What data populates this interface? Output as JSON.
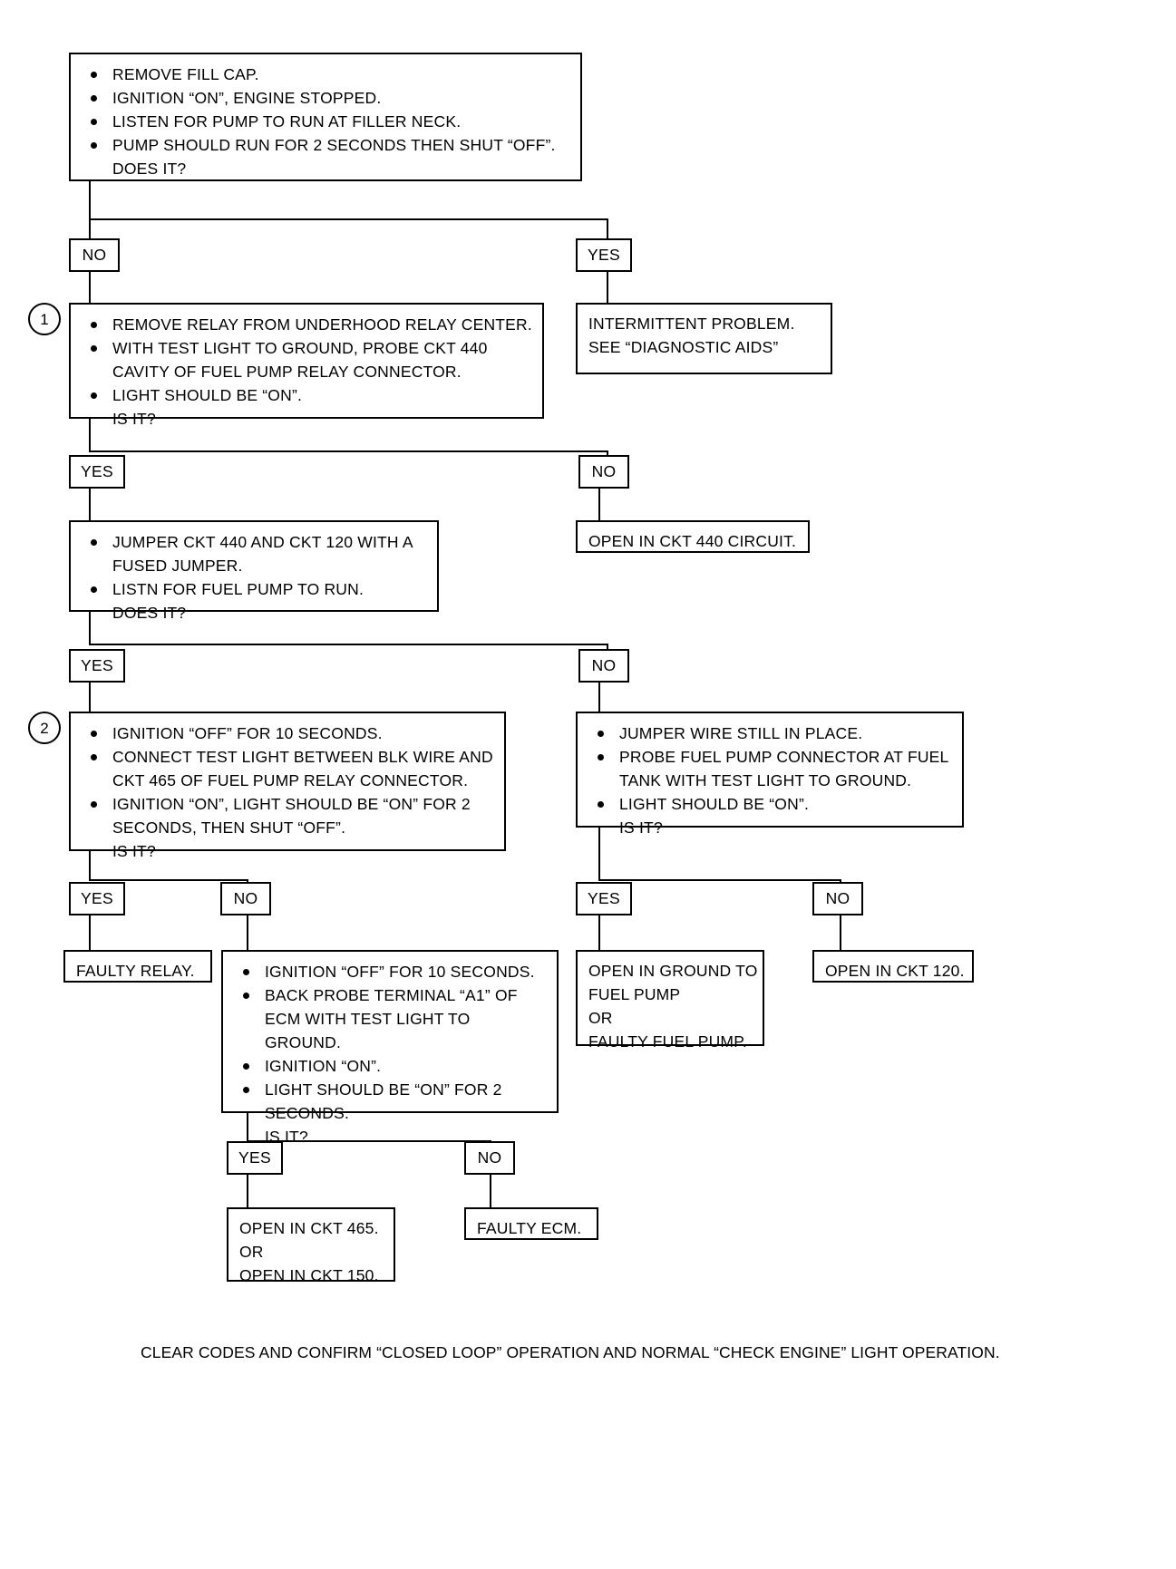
{
  "diagram": {
    "title": "Fuel Pump Circuit Diagnostic Chart",
    "step_markers": {
      "one": "1",
      "two": "2"
    },
    "labels": {
      "yes": "YES",
      "no": "NO"
    },
    "footer": "CLEAR CODES AND CONFIRM “CLOSED LOOP” OPERATION AND NORMAL “CHECK ENGINE” LIGHT OPERATION."
  },
  "nodes": {
    "start": {
      "bullets": [
        "REMOVE FILL CAP.",
        "IGNITION “ON”, ENGINE STOPPED.",
        "LISTEN FOR PUMP TO RUN AT FILLER NECK.",
        "PUMP SHOULD RUN FOR 2 SECONDS THEN SHUT “OFF”."
      ],
      "continuation": "DOES IT?"
    },
    "step1": {
      "bullets": [
        "REMOVE RELAY FROM UNDERHOOD RELAY CENTER.",
        "WITH TEST LIGHT TO GROUND, PROBE CKT 440",
        "LIGHT SHOULD BE “ON”."
      ],
      "cont_after_2": "CAVITY OF FUEL PUMP RELAY CONNECTOR.",
      "continuation": "IS IT?"
    },
    "intermittent": {
      "line1": "INTERMITTENT PROBLEM.",
      "line2": "SEE “DIAGNOSTIC AIDS”"
    },
    "open440": {
      "line1": "OPEN IN CKT 440 CIRCUIT."
    },
    "jumper": {
      "bullets": [
        "JUMPER CKT 440 AND CKT 120 WITH A",
        "LISTN FOR FUEL PUMP TO RUN."
      ],
      "cont_after_1": "FUSED JUMPER.",
      "continuation": "DOES IT?"
    },
    "step2": {
      "bullets": [
        "IGNITION “OFF” FOR 10 SECONDS.",
        "CONNECT TEST LIGHT BETWEEN BLK WIRE AND",
        "IGNITION “ON”, LIGHT SHOULD BE “ON” FOR 2"
      ],
      "cont_after_2": "CKT 465 OF FUEL PUMP RELAY CONNECTOR.",
      "cont_after_3": "SECONDS, THEN SHUT “OFF”.",
      "continuation": "IS IT?"
    },
    "pump_probe": {
      "bullets": [
        "JUMPER WIRE STILL IN PLACE.",
        "PROBE FUEL PUMP CONNECTOR AT FUEL",
        "LIGHT SHOULD BE “ON”."
      ],
      "cont_after_2": "TANK WITH TEST LIGHT TO GROUND.",
      "continuation": "IS IT?"
    },
    "faulty_relay": {
      "line1": "FAULTY RELAY."
    },
    "ecm_probe": {
      "bullets": [
        "IGNITION “OFF” FOR 10 SECONDS.",
        "BACK PROBE TERMINAL “A1” OF",
        "IGNITION “ON”.",
        "LIGHT SHOULD BE “ON” FOR 2"
      ],
      "cont_after_2": "ECM WITH TEST LIGHT TO GROUND.",
      "cont_after_4": "SECONDS.",
      "continuation": "IS IT?"
    },
    "open_ground": {
      "line1": "OPEN IN GROUND TO",
      "line2": "FUEL PUMP",
      "line3": "OR",
      "line4": "FAULTY FUEL PUMP."
    },
    "open120": {
      "line1": "OPEN IN CKT 120."
    },
    "open465": {
      "line1": "OPEN IN CKT 465.",
      "line2": "OR",
      "line3": "OPEN IN CKT 150."
    },
    "faulty_ecm": {
      "line1": "FAULTY ECM."
    }
  }
}
